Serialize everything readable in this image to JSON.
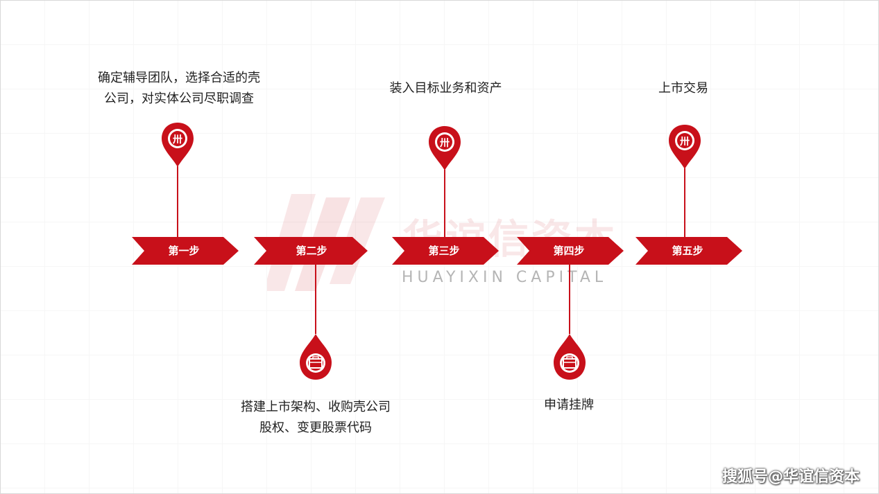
{
  "steps": [
    {
      "label": "第一步",
      "description": [
        "确定辅导团队，选择合适的壳",
        "公司，对实体公司尽职调查"
      ],
      "icon": "seal-icon"
    },
    {
      "label": "第二步",
      "description": [
        "搭建上市架构、收购壳公司",
        "股权、变更股票代码"
      ],
      "icon": "briefcase-icon"
    },
    {
      "label": "第三步",
      "description": [
        "装入目标业务和资产"
      ],
      "icon": "seal-icon"
    },
    {
      "label": "第四步",
      "description": [
        "申请挂牌"
      ],
      "icon": "briefcase-icon"
    },
    {
      "label": "第五步",
      "description": [
        "上市交易"
      ],
      "icon": "seal-icon"
    }
  ],
  "watermark": {
    "brand_cn": "华谊信资本",
    "brand_en": "HUAYIXIN CAPITAL"
  },
  "footer": {
    "source": "搜狐号@华谊信资本"
  },
  "colors": {
    "accent": "#c8101a",
    "text": "#1f1f1f"
  }
}
